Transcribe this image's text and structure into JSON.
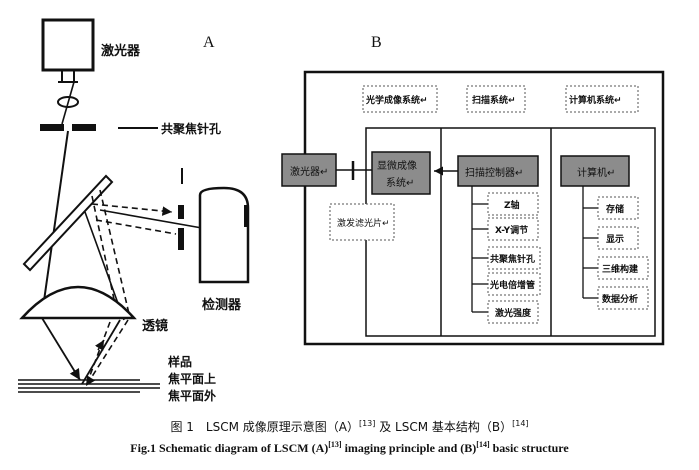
{
  "panelA": {
    "letter": "A",
    "laser": "激光器",
    "pinhole": "共聚焦针孔",
    "detector": "检测器",
    "lens": "透镜",
    "sample": "样品",
    "focal_on": "焦平面上",
    "focal_off": "焦平面外"
  },
  "panelB": {
    "letter": "B",
    "optical": "光学成像系统↵",
    "scan_sys": "扫描系统↵",
    "computer_sys": "计算机系统↵",
    "laser": "激光器↵",
    "microscope_l1": "显微成像",
    "microscope_l2": "系统↵",
    "scan_ctrl": "扫描控制器↵",
    "computer": "计算机↵",
    "filter": "激发滤光片↵",
    "scan_items": [
      "Z轴",
      "X-Y调节",
      "共聚焦针孔",
      "光电倍增管",
      "激光强度"
    ],
    "computer_items": [
      "存储",
      "显示",
      "三维构建",
      "数据分析"
    ]
  },
  "caption": {
    "cn_main": "图 1　LSCM 成像原理示意图（A）",
    "cn_ref1": "[13]",
    "cn_mid": " 及 LSCM 基本结构（B）",
    "cn_ref2": "[14]",
    "en_main": "Fig.1 Schematic diagram of LSCM (A)",
    "en_ref1": "[13]",
    "en_mid": " imaging principle and (B)",
    "en_ref2": "[14]",
    "en_tail": " basic structure"
  }
}
